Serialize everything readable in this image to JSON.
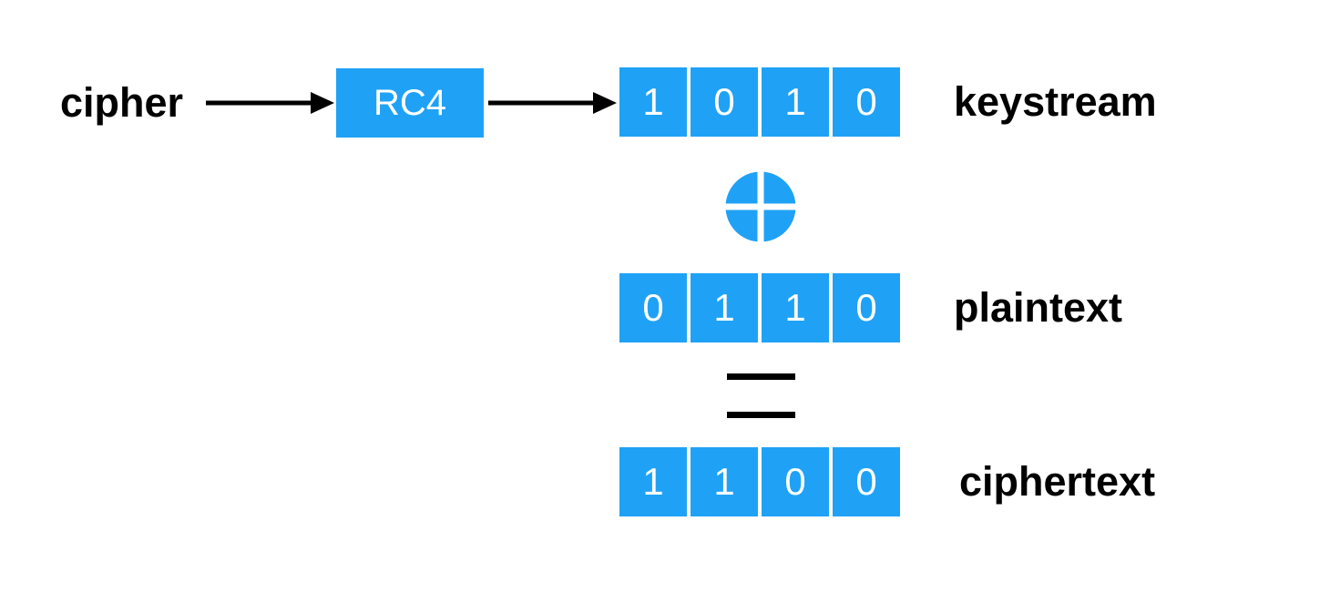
{
  "diagram": {
    "cipher_label": "cipher",
    "rc4_label": "RC4",
    "rows": [
      {
        "id": "keystream",
        "label": "keystream",
        "bits": [
          "1",
          "0",
          "1",
          "0"
        ]
      },
      {
        "id": "plaintext",
        "label": "plaintext",
        "bits": [
          "0",
          "1",
          "1",
          "0"
        ]
      },
      {
        "id": "ciphertext",
        "label": "ciphertext",
        "bits": [
          "1",
          "1",
          "0",
          "0"
        ]
      }
    ],
    "operators": {
      "xor_icon": "circle-plus-xor",
      "equals_icon": "equals-sign"
    },
    "colors": {
      "accent": "#1fa2f6",
      "text": "#000000",
      "bit_text": "#ffffff",
      "background": "#ffffff"
    }
  }
}
